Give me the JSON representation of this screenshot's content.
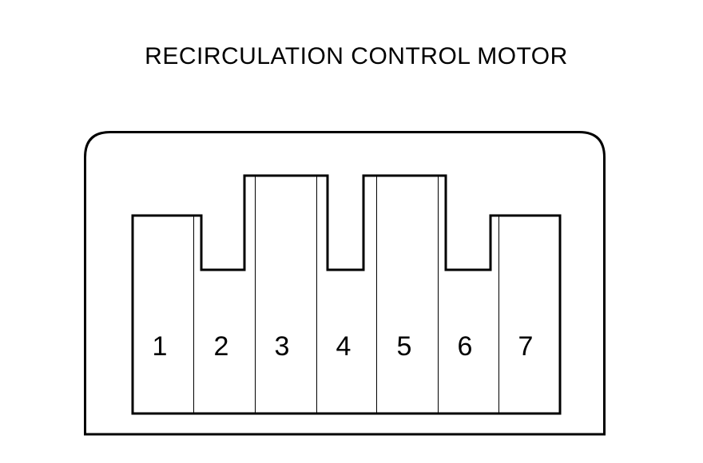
{
  "title": "RECIRCULATION CONTROL MOTOR",
  "connector": {
    "pins": [
      "1",
      "2",
      "3",
      "4",
      "5",
      "6",
      "7"
    ]
  },
  "colors": {
    "line": "#000000",
    "background": "#ffffff"
  }
}
